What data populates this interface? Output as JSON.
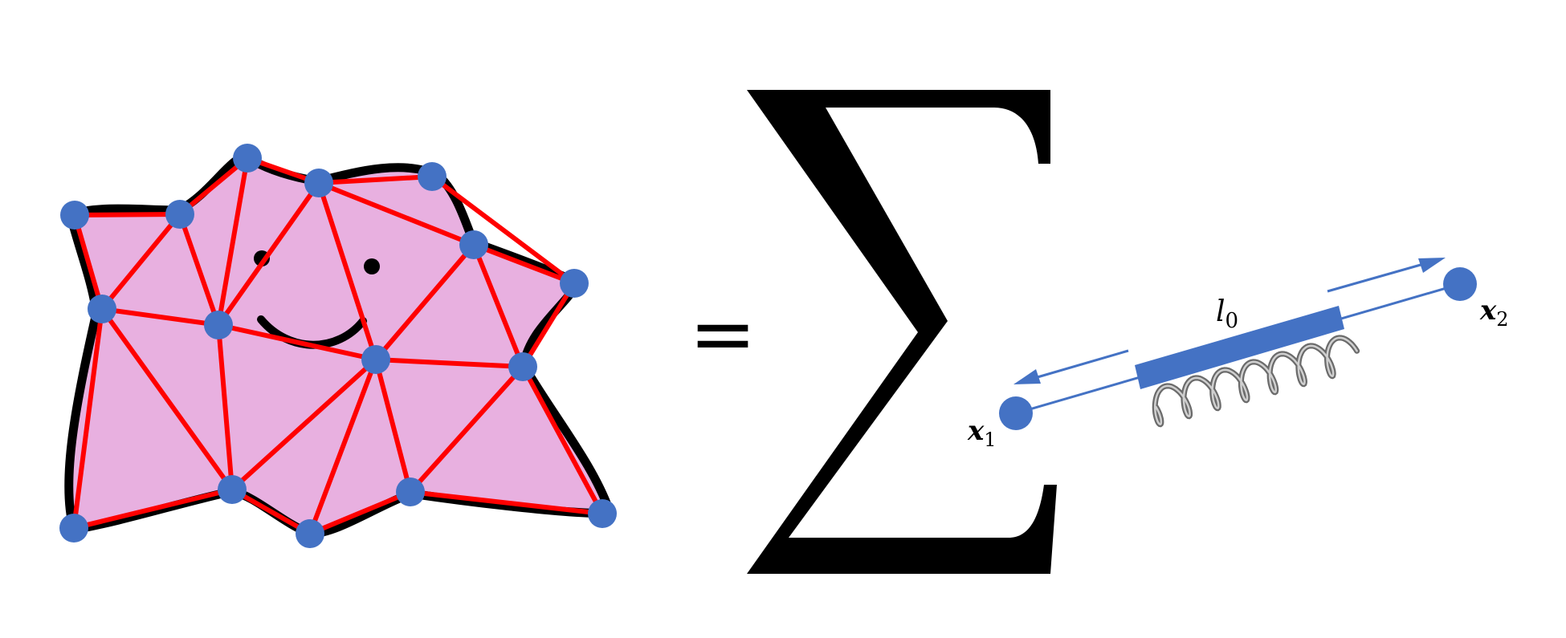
{
  "equation": {
    "equals": "=",
    "sum_symbol": "∑"
  },
  "mesh": {
    "node_color": "#4472C4",
    "edge_color": "#FF0000",
    "fill_color": "#E8B0E0",
    "outline_color": "#000000"
  },
  "spring": {
    "rest_length_label": "l",
    "rest_length_sub": "0",
    "x1_label": "x",
    "x1_sub": "1",
    "x2_label": "x",
    "x2_sub": "2",
    "bar_color": "#4472C4"
  }
}
